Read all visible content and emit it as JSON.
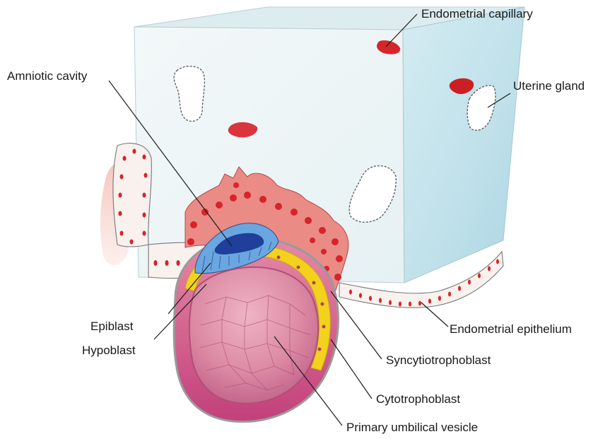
{
  "labels": {
    "endometrial_capillary": "Endometrial capillary",
    "uterine_gland": "Uterine gland",
    "amniotic_cavity": "Amniotic cavity",
    "epiblast": "Epiblast",
    "hypoblast": "Hypoblast",
    "endometrial_epithelium": "Endometrial epithelium",
    "syncytiotrophoblast": "Syncytiotrophoblast",
    "cytotrophoblast": "Cytotrophoblast",
    "primary_umbilical_vesicle": "Primary umbilical vesicle"
  },
  "colors": {
    "block_front": "#eef5f6",
    "block_side": "#c4e3ec",
    "block_top": "#d9edf1",
    "capillary": "#d6262a",
    "cell_nucleus": "#d8232a",
    "syncytio": "#e67a7a",
    "cytotropho": "#f2d21c",
    "amnion_blue": "#2f5fb8",
    "vesicle_pink": "#d9809a",
    "vesicle_dark": "#b9507a"
  }
}
